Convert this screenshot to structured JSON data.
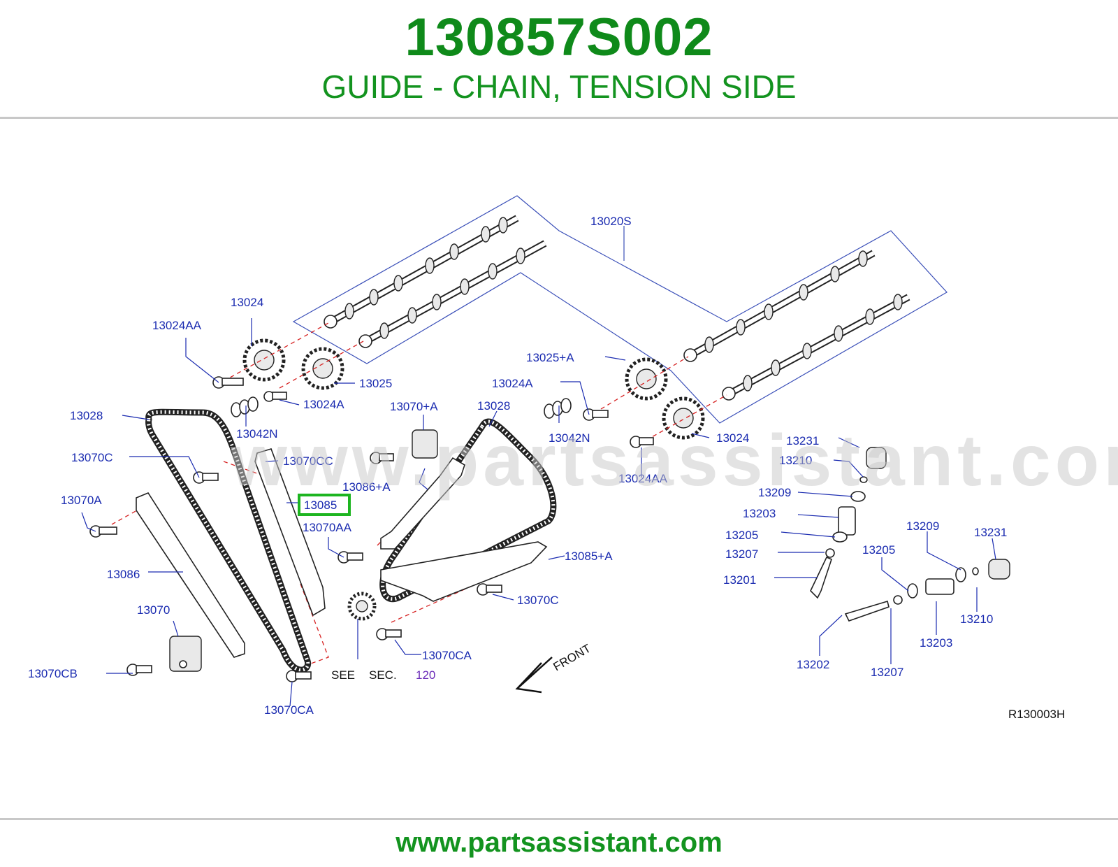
{
  "header": {
    "part_number": "130857S002",
    "description": "GUIDE - CHAIN, TENSION SIDE"
  },
  "watermark": "www.partsassistant.com",
  "diagram": {
    "labels": {
      "l_13020S": "13020S",
      "l_13024_top": "13024",
      "l_13024AA_top": "13024AA",
      "l_13025": "13025",
      "l_13024A_left": "13024A",
      "l_13028_left": "13028",
      "l_13042N_left": "13042N",
      "l_13070C_left": "13070C",
      "l_13070CC": "13070CC",
      "l_13070A": "13070A",
      "l_13085": "13085",
      "l_13070AA": "13070AA",
      "l_13086": "13086",
      "l_13070": "13070",
      "l_13070CB": "13070CB",
      "l_13070CA_bottom": "13070CA",
      "l_13070plusA": "13070+A",
      "l_13086plusA": "13086+A",
      "l_13028_right": "13028",
      "l_13025plusA": "13025+A",
      "l_13024A_right": "13024A",
      "l_13042N_right": "13042N",
      "l_13024_right": "13024",
      "l_13024AA_right": "13024AA",
      "l_13085plusA": "13085+A",
      "l_13070C_right": "13070C",
      "l_13070CA_mid": "13070CA",
      "l_13231_top": "13231",
      "l_13210_top": "13210",
      "l_13209_left": "13209",
      "l_13203_left": "13203",
      "l_13205_left": "13205",
      "l_13207_left": "13207",
      "l_13201": "13201",
      "l_13209_right": "13209",
      "l_13231_right": "13231",
      "l_13205_right": "13205",
      "l_13210_right": "13210",
      "l_13203_right": "13203",
      "l_13202": "13202",
      "l_13207_right": "13207",
      "see": "SEE",
      "sec": "SEC.",
      "sec_num": "120",
      "front": "FRONT",
      "ref_code": "R130003H"
    }
  },
  "footer": {
    "url": "www.partsassistant.com"
  },
  "colors": {
    "brand_green": "#13931f",
    "label_blue": "#1a2bb0",
    "highlight_green": "#1db520",
    "dash_red": "#d62020"
  }
}
